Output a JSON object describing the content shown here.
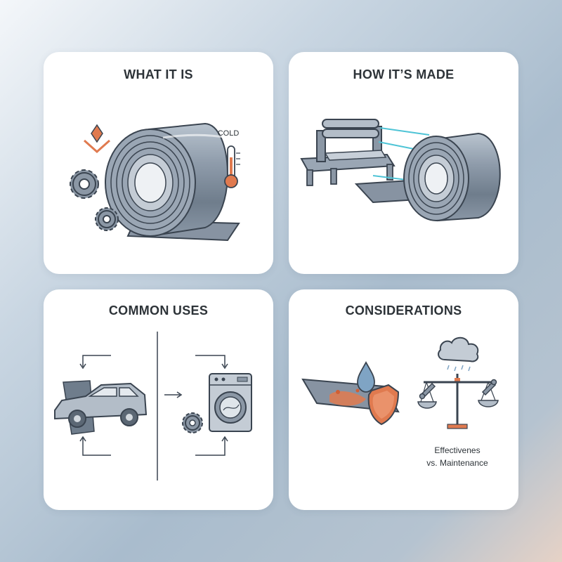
{
  "panels": [
    {
      "title": "WHAT IT IS",
      "label": "COLD"
    },
    {
      "title": "HOW IT’S MADE"
    },
    {
      "title": "COMMON USES"
    },
    {
      "title": "CONSIDERATIONS",
      "caption_line1": "Effectivenes",
      "caption_line2": "vs. Maintenance"
    }
  ],
  "colors": {
    "steel": "#8a98a8",
    "steel_dark": "#4f5c6a",
    "outline": "#3a4450",
    "accent_orange": "#e07a4f",
    "accent_cyan": "#4fc4d6",
    "blue_drop": "#7fa4c4"
  },
  "icons": [
    "steel-coil-icon",
    "gear-icon",
    "thermometer-icon",
    "heat-arrows-icon",
    "rolling-mill-icon",
    "car-icon",
    "washing-machine-icon",
    "rust-sheet-icon",
    "shield-icon",
    "water-drop-icon",
    "cloud-rain-icon",
    "balance-scale-icon",
    "wrench-icon"
  ]
}
